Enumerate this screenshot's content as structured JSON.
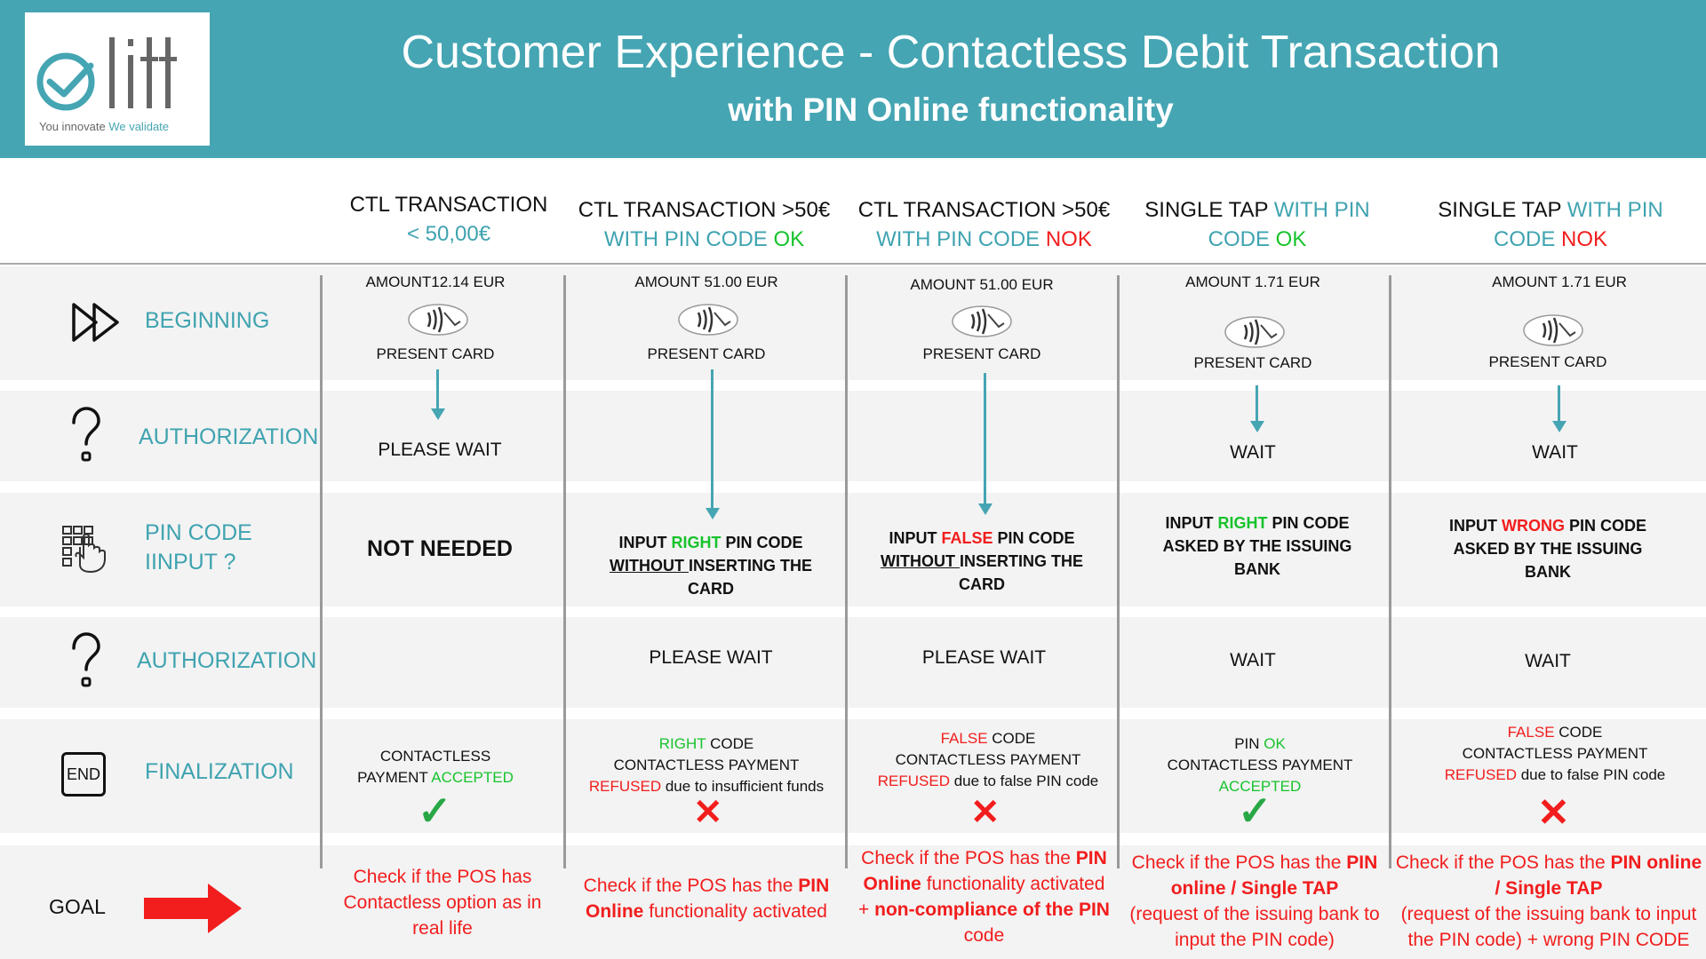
{
  "header": {
    "title": "Customer Experience - Contactless Debit Transaction",
    "subtitle": "with PIN Online functionality",
    "logo_tagline_1": "You innovate",
    "logo_tagline_2": "We validate",
    "background": "#45a5b3"
  },
  "columns": [
    {
      "line1": "CTL TRANSACTION",
      "line2": "< 50,00€"
    },
    {
      "line1": "CTL TRANSACTION ",
      "line1_suffix": ">50€",
      "line2a": "WITH PIN CODE ",
      "line2b": "OK"
    },
    {
      "line1": "CTL TRANSACTION ",
      "line1_suffix": ">50€",
      "line2a": "WITH PIN CODE ",
      "line2b": "NOK"
    },
    {
      "line1": "SINGLE TAP ",
      "line1b": "WITH PIN",
      "line2a": "CODE ",
      "line2b": "OK"
    },
    {
      "line1": "SINGLE TAP ",
      "line1b": "WITH PIN",
      "line2a": "CODE ",
      "line2b": "NOK"
    }
  ],
  "rows": {
    "beginning": "BEGINNING",
    "authorization1": "AUTHORIZATION",
    "pin_line1": "PIN CODE",
    "pin_line2": "IINPUT ?",
    "authorization2": "AUTHORIZATION",
    "finalization": "FINALIZATION",
    "goal": "GOAL",
    "end_icon_text": "END"
  },
  "beginning": {
    "amounts": [
      "AMOUNT12.14 EUR",
      "AMOUNT 51.00 EUR",
      "AMOUNT 51.00 EUR",
      "AMOUNT 1.71 EUR",
      "AMOUNT 1.71 EUR"
    ],
    "present_card": "PRESENT CARD"
  },
  "auth1": {
    "c1": "PLEASE WAIT",
    "c4": "WAIT",
    "c5": "WAIT"
  },
  "pin": {
    "c1": "NOT NEEDED",
    "c2": {
      "a": "INPUT ",
      "b": "RIGHT",
      "c": " PIN CODE",
      "d": "WITHOUT ",
      "e": "INSERTING THE",
      "f": "CARD"
    },
    "c3": {
      "a": "INPUT ",
      "b": "FALSE",
      "c": " PIN CODE",
      "d": "WITHOUT ",
      "e": "INSERTING THE",
      "f": "CARD"
    },
    "c4": {
      "a": "INPUT ",
      "b": "RIGHT",
      "c": " PIN CODE",
      "d": "ASKED BY THE ISSUING",
      "e": "BANK"
    },
    "c5": {
      "a": "INPUT ",
      "b": "WRONG",
      "c": " PIN CODE",
      "d": "ASKED BY THE ISSUING",
      "e": "BANK"
    }
  },
  "auth2": {
    "c2": "PLEASE WAIT",
    "c3": "PLEASE WAIT",
    "c4": "WAIT",
    "c5": "WAIT"
  },
  "final": {
    "c1": {
      "a": "CONTACTLESS",
      "b": "PAYMENT ",
      "c": "ACCEPTED"
    },
    "c2": {
      "a": "RIGHT",
      "b": " CODE",
      "c": "CONTACTLESS  PAYMENT",
      "d": "REFUSED",
      "e": " due to insufficient funds"
    },
    "c3": {
      "a": "FALSE",
      "b": " CODE",
      "c": "CONTACTLESS  PAYMENT",
      "d": "REFUSED",
      "e": " due to false PIN code"
    },
    "c4": {
      "a": "PIN ",
      "b": "OK",
      "c": "CONTACTLESS  PAYMENT",
      "d": "ACCEPTED"
    },
    "c5": {
      "a": "FALSE",
      "b": " CODE",
      "c": "CONTACTLESS PAYMENT",
      "d": "REFUSED",
      "e": " due to false PIN code"
    },
    "check": "✓",
    "cross": "✕"
  },
  "goals": {
    "c1": {
      "a": "Check if the POS has",
      "b": "Contactless option as in",
      "c": "real life"
    },
    "c2": {
      "a": "Check if the POS has the ",
      "b": "PIN",
      "c": "Online",
      "d": " functionality activated"
    },
    "c3": {
      "a": "Check if the POS has the ",
      "b": "PIN",
      "c": "Online",
      "d": " functionality activated",
      "e": "+ ",
      "f": "non-compliance of the PIN",
      "g": "code"
    },
    "c4": {
      "a": "Check if the POS has the  ",
      "b": "PIN",
      "c": "online / Single TAP",
      "d": "(request of the issuing bank to",
      "e": "input the PIN code)"
    },
    "c5": {
      "a": "Check if the POS has the  ",
      "b": "PIN online",
      "c": "/ Single TAP",
      "d": "(request of the issuing bank to input",
      "e": "the PIN code) + wrong PIN CODE"
    }
  },
  "colors": {
    "teal": "#3fa3b0",
    "green": "#17c32c",
    "red": "#f21d1d"
  }
}
